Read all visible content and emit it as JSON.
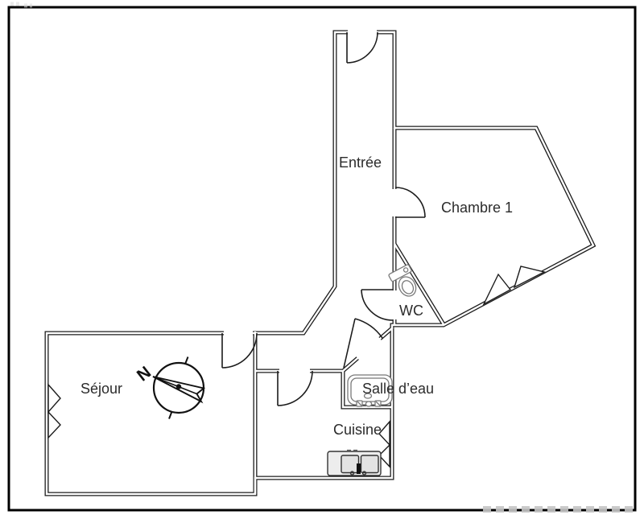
{
  "plan": {
    "background": "#ffffff",
    "colors": {
      "wall": "#1c1c1c",
      "frame": "#000000",
      "label": "#2b2b2b",
      "fixture_stroke": "#787878",
      "fixture_fill": "#ededed",
      "basin_fill": "#e3e3e3",
      "watermark": "#c4c4c4"
    },
    "rooms": [
      {
        "id": "entree",
        "label": "Entrée"
      },
      {
        "id": "chambre-1",
        "label": "Chambre 1"
      },
      {
        "id": "wc",
        "label": "WC"
      },
      {
        "id": "salle-deau",
        "label": "Salle d’eau"
      },
      {
        "id": "cuisine",
        "label": "Cuisine"
      },
      {
        "id": "sejour",
        "label": "Séjour"
      }
    ],
    "compass": {
      "north_label": "N"
    },
    "fixtures": [
      {
        "id": "toilet"
      },
      {
        "id": "bathtub"
      },
      {
        "id": "washbasin"
      },
      {
        "id": "kitchen-sink"
      }
    ],
    "doors": [
      {
        "id": "entrance-door"
      },
      {
        "id": "chambre-1-door"
      },
      {
        "id": "wc-door"
      },
      {
        "id": "salle-deau-door"
      },
      {
        "id": "sejour-door"
      },
      {
        "id": "cuisine-door"
      }
    ],
    "windows": [
      {
        "id": "sejour-window"
      },
      {
        "id": "chambre-1-window"
      },
      {
        "id": "cuisine-window"
      }
    ]
  }
}
